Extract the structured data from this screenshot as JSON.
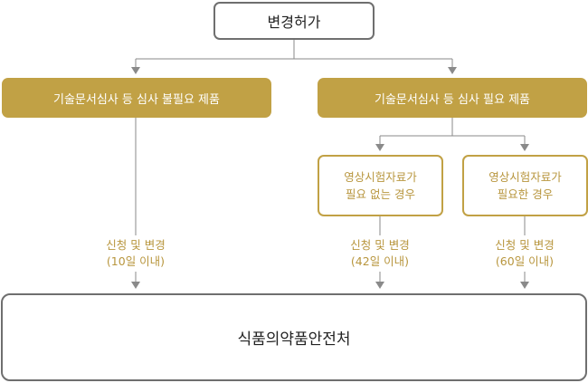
{
  "diagram": {
    "root": "변경허가",
    "branch_left": "기술문서심사 등 심사 불필요 제품",
    "branch_right": "기술문서심사 등 심사 필요 제품",
    "sub_a": [
      "영상시험자료가",
      "필요 없는 경우"
    ],
    "sub_b": [
      "영상시험자료가",
      "필요한 경우"
    ],
    "label_left": [
      "신청 및 변경",
      "(10일 이내)"
    ],
    "label_mid": [
      "신청 및 변경",
      "(42일 이내)"
    ],
    "label_right": [
      "신청 및 변경",
      "(60일 이내)"
    ],
    "target": "식품의약품안전처"
  },
  "colors": {
    "gold": "#c1a145",
    "gold_text": "#b8963e",
    "line": "#8a8a8a",
    "border": "#6f6f6f"
  }
}
